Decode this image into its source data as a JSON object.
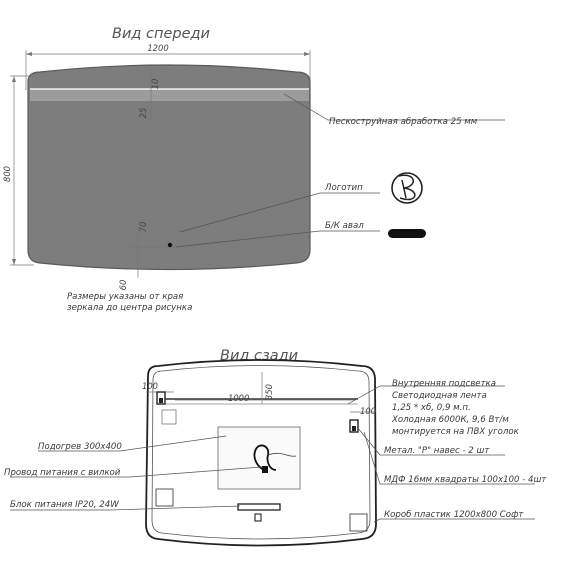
{
  "front": {
    "title": "Вид спереди",
    "dim_width": "1200",
    "dim_height": "800",
    "dim_top_offset": "10",
    "dim_band": "25",
    "dim_dot_offset": "70",
    "dim_bottom": "60",
    "labels": {
      "sandblast": "Пескоструйная абработка 25 мм",
      "logo": "Логотип",
      "sensor": "Б/К авал"
    },
    "note_line1": "Размеры указаны от края",
    "note_line2": "зеркала до центра рисунка"
  },
  "back": {
    "title": "Вид сзади",
    "dim_100_left": "100",
    "dim_1000": "1000",
    "dim_350": "350",
    "dim_100_right": "100",
    "labels": {
      "inner_light": "Внутренняя подсветка",
      "led_strip": "Светодиодная лента",
      "led_spec": "1,25 * хб, 0,9 м.п.",
      "led_cold": "Холодная 6000К, 9,6 Вт/м",
      "led_mount": "монтируется на ПВХ уголок",
      "hanger": "Метал. \"Р\" навес - 2 шт",
      "mdf": "МДФ 16мм квадраты 100х100 - 4шт",
      "box": "Короб пластик 1200х800 Софт",
      "heater": "Подогрев 300х400",
      "power_cord": "Провод питания с вилкой",
      "psu": "Блок питания IP20, 24W"
    }
  },
  "colors": {
    "mirror_fill": "#7d7d7d",
    "mirror_stroke": "#5a5a5a",
    "accent_black": "#111111"
  }
}
